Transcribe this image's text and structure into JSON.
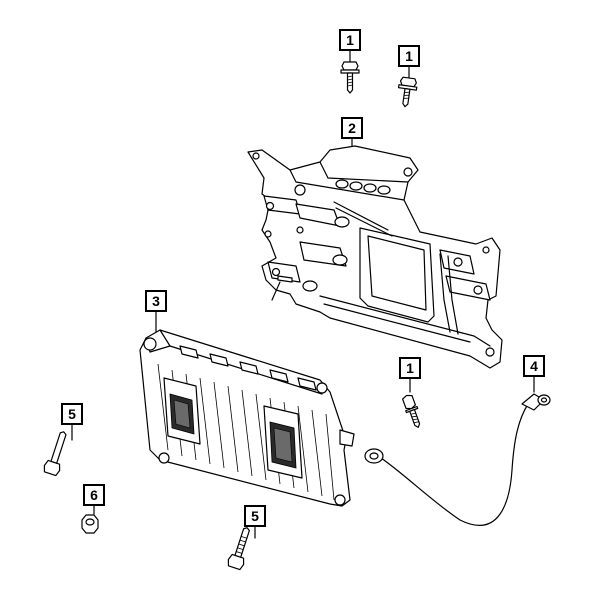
{
  "diagram": {
    "callouts": [
      {
        "id": "c1a",
        "label": "1"
      },
      {
        "id": "c1b",
        "label": "1"
      },
      {
        "id": "c2",
        "label": "2"
      },
      {
        "id": "c3",
        "label": "3"
      },
      {
        "id": "c1c",
        "label": "1"
      },
      {
        "id": "c4",
        "label": "4"
      },
      {
        "id": "c5a",
        "label": "5"
      },
      {
        "id": "c6",
        "label": "6"
      },
      {
        "id": "c5b",
        "label": "5"
      }
    ]
  }
}
